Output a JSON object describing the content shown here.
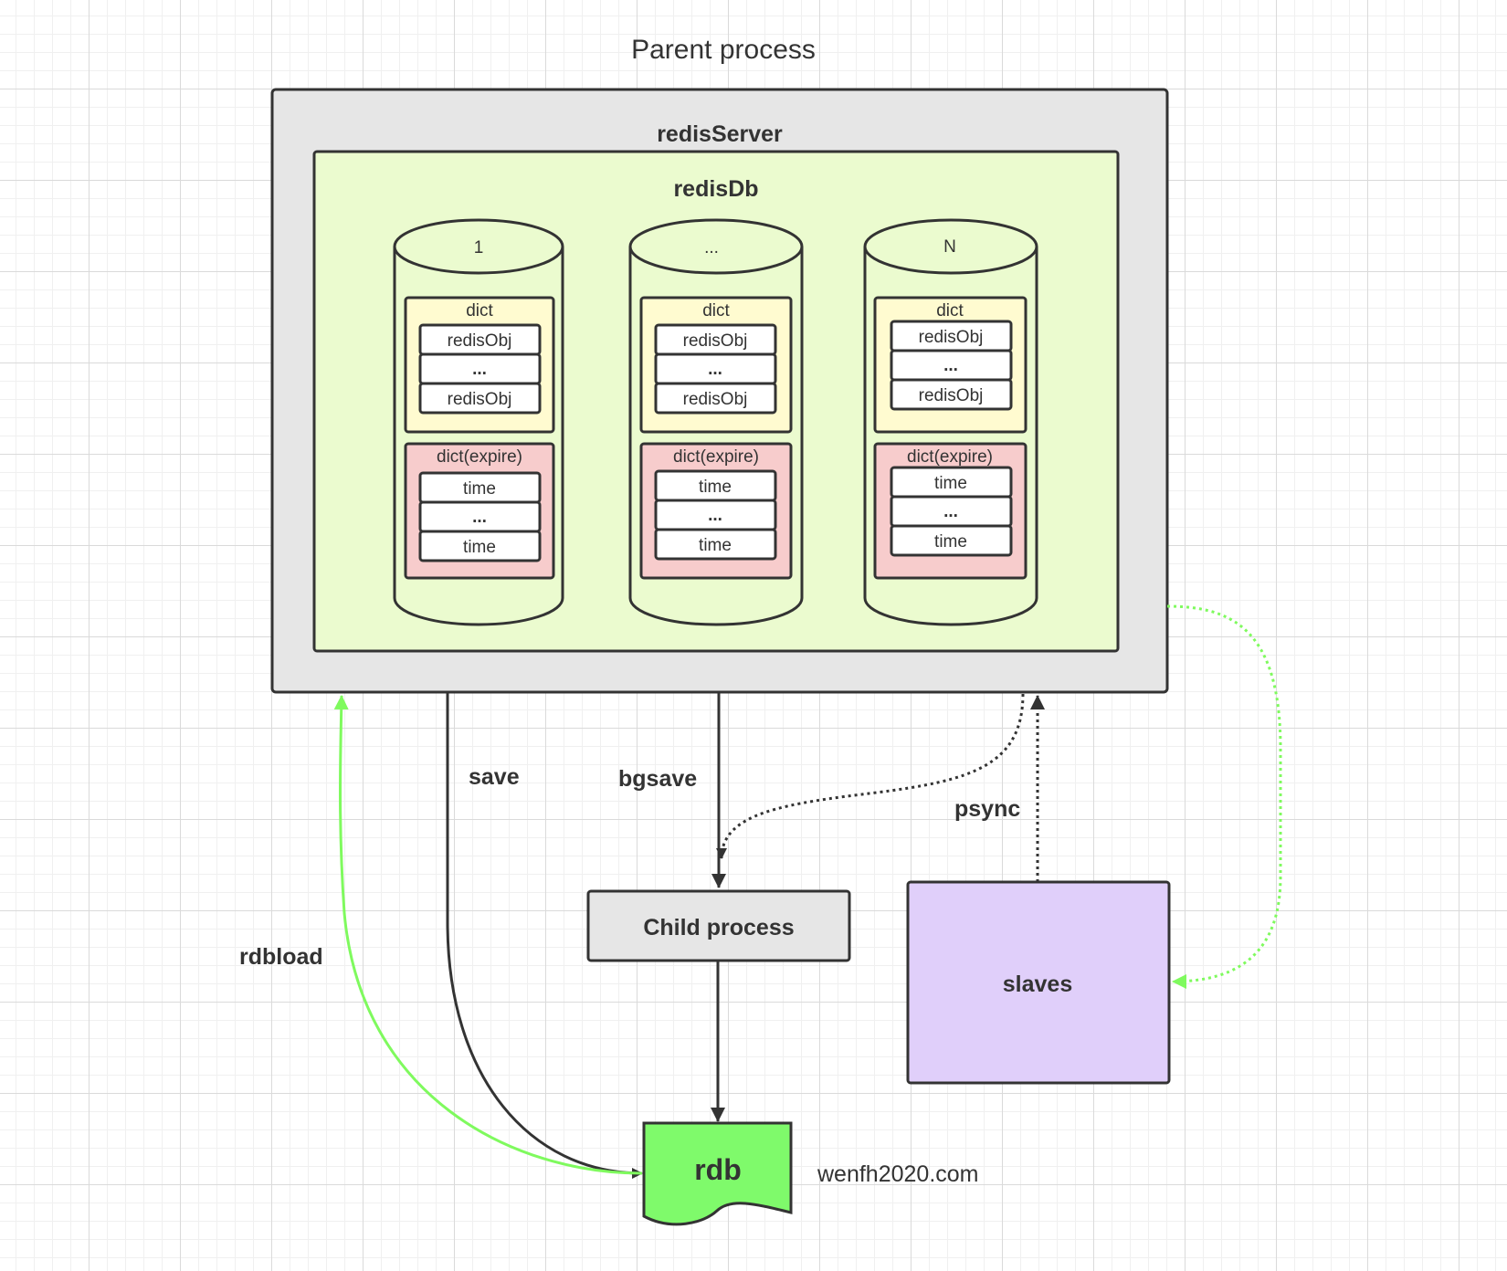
{
  "title": "Parent process",
  "server": {
    "label": "redisServer"
  },
  "db": {
    "label": "redisDb",
    "cylinders": [
      {
        "label": "1",
        "dict": {
          "label": "dict",
          "items": [
            "redisObj",
            "...",
            "redisObj"
          ]
        },
        "expire": {
          "label": "dict(expire)",
          "items": [
            "time",
            "...",
            "time"
          ]
        }
      },
      {
        "label": "...",
        "dict": {
          "label": "dict",
          "items": [
            "redisObj",
            "...",
            "redisObj"
          ]
        },
        "expire": {
          "label": "dict(expire)",
          "items": [
            "time",
            "...",
            "time"
          ]
        }
      },
      {
        "label": "N",
        "dict": {
          "label": "dict",
          "items": [
            "redisObj",
            "...",
            "redisObj"
          ]
        },
        "expire": {
          "label": "dict(expire)",
          "items": [
            "time",
            "...",
            "time"
          ]
        }
      }
    ]
  },
  "nodes": {
    "child": "Child process",
    "slaves": "slaves",
    "rdb": "rdb"
  },
  "edges": {
    "save": "save",
    "bgsave": "bgsave",
    "psync": "psync",
    "rdbload": "rdbload"
  },
  "watermark": "wenfh2020.com",
  "colors": {
    "server_fill": "#e6e6e6",
    "db_fill": "#ebfbcf",
    "dict_fill": "#fffbd0",
    "expire_fill": "#f7cccc",
    "slaves_fill": "#e0cffa",
    "rdb_fill": "#7ffa6b",
    "green_arrow": "#7ffa5e",
    "stroke": "#333333"
  }
}
